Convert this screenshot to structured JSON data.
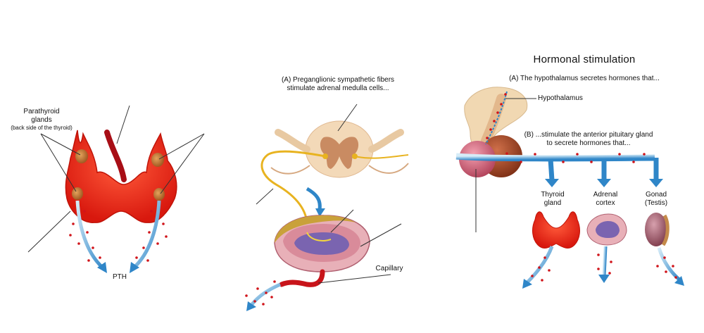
{
  "colors": {
    "thyroid_red": "#e8261c",
    "blood_red": "#c8141a",
    "arrow_blue": "#2f86c8",
    "arrow_light": "#d6ecf8",
    "spinal_beige": "#f3d9b8",
    "nerve_yellow": "#e8b320",
    "medulla_purple": "#7a64b0",
    "pituitary_brown": "#a14a2a",
    "gonad_mauve": "#9a5868"
  },
  "panel1": {
    "parathyroid_label_line1": "Parathyroid",
    "parathyroid_label_line2": "glands",
    "parathyroid_note": "(back side of the thyroid)",
    "pth_label": "PTH"
  },
  "panel2": {
    "caption_line1": "(A) Preganglionic sympathetic fibers",
    "caption_line2": "stimulate adrenal medulla cells...",
    "capillary_label": "Capillary"
  },
  "panel3": {
    "title": "Hormonal stimulation",
    "caption_a": "(A) The hypothalamus secretes hormones that...",
    "hypothalamus_label": "Hypothalamus",
    "caption_b_line1": "(B) ...stimulate the anterior pituitary gland",
    "caption_b_line2": "to secrete hormones that...",
    "targets": [
      {
        "line1": "Thyroid",
        "line2": "gland"
      },
      {
        "line1": "Adrenal",
        "line2": "cortex"
      },
      {
        "line1": "Gonad",
        "line2": "(Testis)"
      }
    ]
  }
}
